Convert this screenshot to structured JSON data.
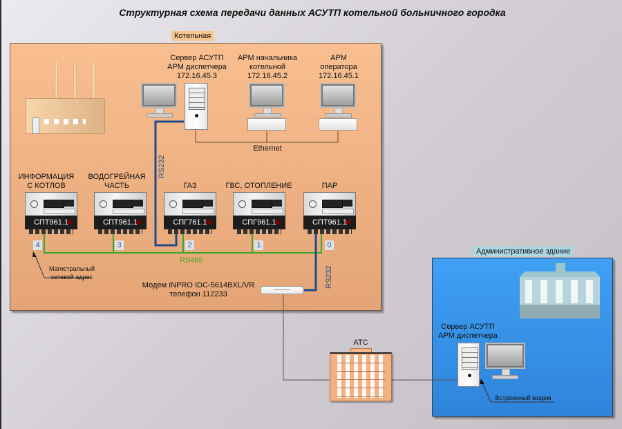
{
  "title": "Структурная схема передачи данных АСУТП котельной больничного городка",
  "boiler_room": {
    "label": "Котельная",
    "servers": [
      {
        "name": "Сервер АСУТП",
        "role": "АРМ диспетчера",
        "ip": "172.16.45.3"
      },
      {
        "name": "АРМ начальника",
        "role": "котельной",
        "ip": "172.16.45.2"
      },
      {
        "name": "АРМ",
        "role": "оператора",
        "ip": "172.16.45.1"
      }
    ],
    "network_label": "Ethernet",
    "rs232_label": "RS232",
    "rs485_label": "RS485",
    "meters": [
      {
        "caption_line1": "ИНФОРМАЦИЯ",
        "caption_line2": "С КОТЛОВ",
        "model": "СПТ961.1",
        "address": "4"
      },
      {
        "caption_line1": "ВОДОГРЕЙНАЯ",
        "caption_line2": "ЧАСТЬ",
        "model": "СПТ961.1",
        "address": "3"
      },
      {
        "caption_line1": "",
        "caption_line2": "ГАЗ",
        "model": "СПГ761.1",
        "address": "2"
      },
      {
        "caption_line1": "",
        "caption_line2": "ГВС, ОТОПЛЕНИЕ",
        "model": "СПГ961.1",
        "address": "1"
      },
      {
        "caption_line1": "",
        "caption_line2": "ПАР",
        "model": "СПТ961.1",
        "address": "0"
      }
    ],
    "address_note_line1": "Магистральный",
    "address_note_line2": "сетевой адрес",
    "modem_line1": "Модем INPRO IDC-5614BXL/VR",
    "modem_line2": "телефон 112233",
    "modem_display": "--------"
  },
  "exchange": {
    "label": "АТС"
  },
  "admin_building": {
    "label": "Административное здание",
    "server_line1": "Сервер АСУТП",
    "server_line2": "АРМ диспетчера",
    "modem_note": "Встроенный модем"
  },
  "colors": {
    "rs485": "#3aa82a",
    "rs232": "#1f4a8c",
    "boiler_zone": "#f5b98a",
    "admin_zone": "#3a96ec"
  }
}
